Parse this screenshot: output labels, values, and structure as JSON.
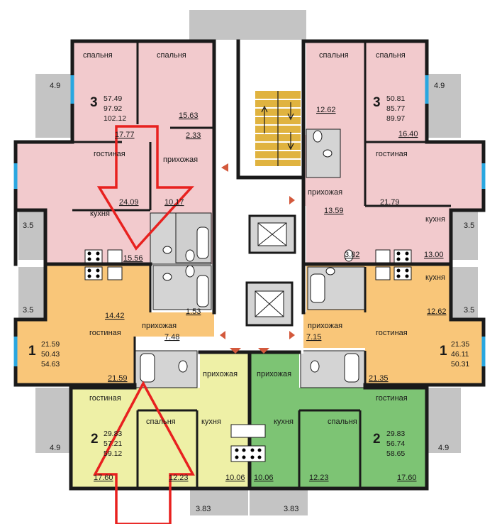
{
  "rooms": {
    "bedroom": "спальня",
    "living": "гостиная",
    "hall": "прихожая",
    "kitchen": "кухня"
  },
  "apartments": {
    "nw3": {
      "rooms": "3",
      "a1": "57.49",
      "a2": "97.92",
      "a3": "102.12"
    },
    "ne3": {
      "rooms": "3",
      "a1": "50.81",
      "a2": "85.77",
      "a3": "89.97"
    },
    "w1": {
      "rooms": "1",
      "a1": "21.59",
      "a2": "50.43",
      "a3": "54.63"
    },
    "e1": {
      "rooms": "1",
      "a1": "21.35",
      "a2": "46.11",
      "a3": "50.31"
    },
    "sw2": {
      "rooms": "2",
      "a1": "29.83",
      "a2": "57.21",
      "a3": "59.12"
    },
    "se2": {
      "rooms": "2",
      "a1": "29.83",
      "a2": "56.74",
      "a3": "58.65"
    }
  },
  "areas": {
    "nw_bed1": "17.77",
    "nw_bed2": "15.63",
    "nw_wc": "2.33",
    "nw_living": "24.09",
    "nw_hall": "10.17",
    "nw_kitchen": "15.56",
    "ne_bed1": "12.62",
    "ne_bed2": "16.40",
    "ne_living": "21.79",
    "ne_hall": "13.59",
    "ne_wc": "3.82",
    "ne_kitchen": "13.00",
    "w_kitchen": "14.42",
    "w_bath": "1.53",
    "w_hall": "7.48",
    "w_living": "21.59",
    "e_kitchen": "12.62",
    "e_hall": "7.15",
    "e_living": "21.35",
    "sw_living": "17.60",
    "sw_bed": "12.23",
    "sw_kitchen": "10.06",
    "se_kitchen": "10.06",
    "se_bed": "12.23",
    "se_living": "17.60"
  },
  "balconies": {
    "nw": "4.9",
    "ne": "4.9",
    "w_upper": "3.5",
    "e_upper": "3.5",
    "w_lower": "3.5",
    "e_lower": "3.5",
    "sw": "4.9",
    "se": "4.9",
    "s_left": "3.83",
    "s_right": "3.83"
  },
  "colors": {
    "pink": "#f2cacd",
    "orange": "#f9c679",
    "yellow": "#eef0a6",
    "green": "#7dc474",
    "wall": "#1a1a1a",
    "balcony": "#c4c4c4",
    "window": "#2aa7e0",
    "stairs": "#e0b33f",
    "door_marker": "#d3593c",
    "annotation": "#e8211f"
  }
}
